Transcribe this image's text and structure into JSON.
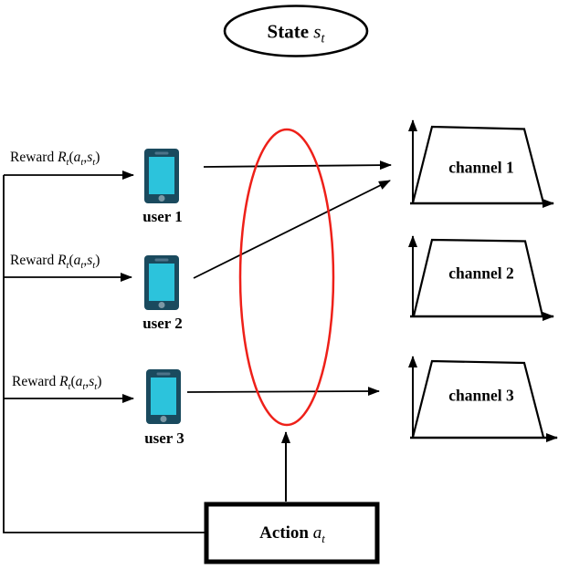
{
  "state": {
    "label_bold": "State ",
    "var": "s",
    "sub": "t"
  },
  "reward_label": {
    "prefix": "Reward ",
    "r": "R",
    "r_sub": "t",
    "open": "(",
    "a": "a",
    "a_sub": "t",
    "comma": ",",
    "s": "s",
    "s_sub": "t",
    "close": ")"
  },
  "users": [
    "user 1",
    "user 2",
    "user 3"
  ],
  "channels": [
    "channel 1",
    "channel 2",
    "channel 3"
  ],
  "action": {
    "label_bold": "Action ",
    "var": "a",
    "sub": "t"
  },
  "colors": {
    "line": "#000000",
    "highlight_red": "#ee2019",
    "phone_body": "#1a4a5e",
    "phone_screen": "#2cc3dc",
    "phone_speaker": "#4d7389",
    "phone_button": "#7c97a4"
  }
}
